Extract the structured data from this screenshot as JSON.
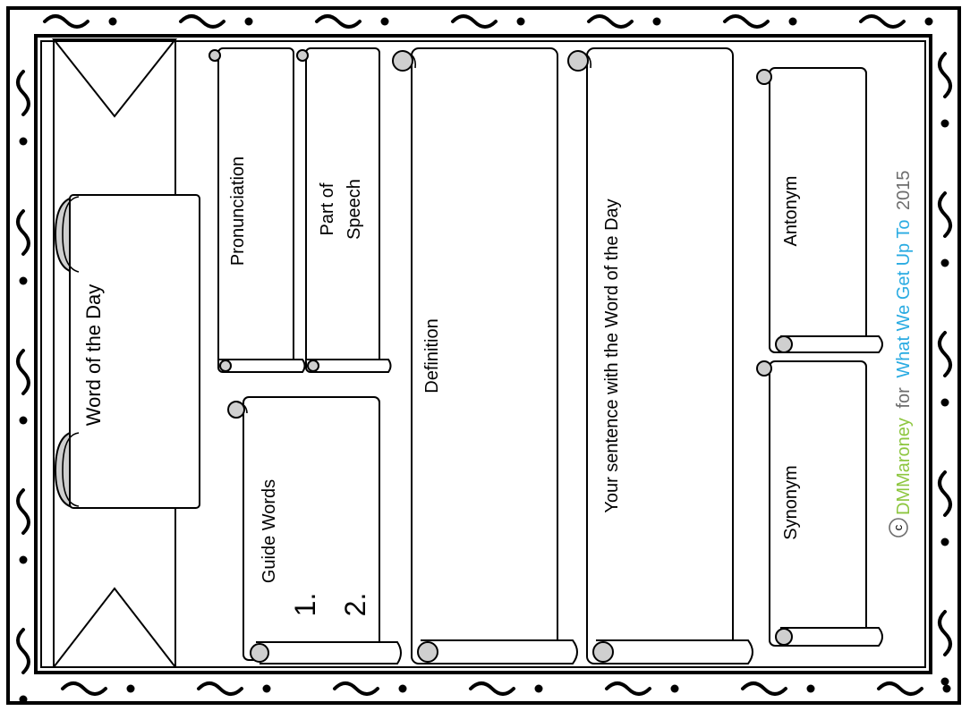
{
  "labels": {
    "word_of_the_day": "Word of the Day",
    "pronunciation": "Pronunciation",
    "part_of_speech_line1": "Part of",
    "part_of_speech_line2": "Speech",
    "guide_words": "Guide Words",
    "guide_item_1": "1.",
    "guide_item_2": "2.",
    "definition": "Definition",
    "your_sentence": "Your sentence with the Word of the Day",
    "antonym": "Antonym",
    "synonym": "Synonym"
  },
  "credit": {
    "copyright_symbol": "c",
    "author": "DMMaroney",
    "for": "for",
    "site": "What We Get Up To",
    "year": "2015",
    "colors": {
      "author": "#8dc63f",
      "for": "#6d6d6d",
      "site": "#29abe2",
      "year": "#6d6d6d"
    }
  }
}
